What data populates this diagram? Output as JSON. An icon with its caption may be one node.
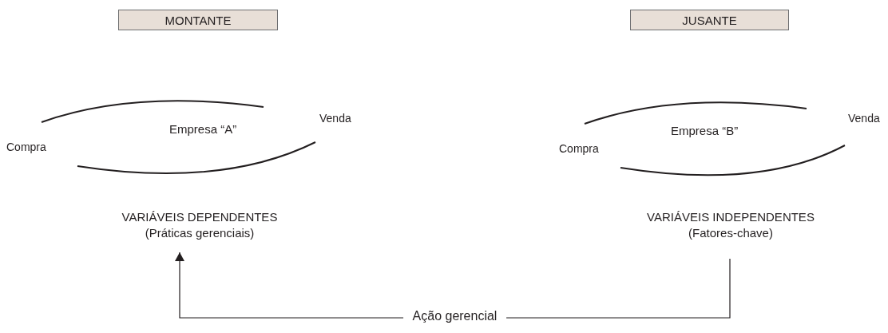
{
  "diagram": {
    "nodes": [
      {
        "text": [
          "MONTANTE"
        ]
      },
      {
        "text": [
          "JUSANTE"
        ]
      },
      {
        "text": [
          "Empresa “A”"
        ],
        "beside": [
          "Compra",
          "Venda"
        ]
      },
      {
        "text": [
          "Empresa “B”"
        ],
        "beside": [
          "Compra",
          "Venda"
        ]
      },
      {
        "text": [
          "VARIÁVEIS DEPENDENTES",
          "(Práticas gerenciais)"
        ]
      },
      {
        "text": [
          "VARIÁVEIS INDEPENDENTES",
          "(Fatores-chave)"
        ]
      }
    ],
    "edges": [
      {
        "from": 5,
        "to": 4,
        "arrow": "to",
        "label": "Ação gerencial"
      }
    ]
  }
}
